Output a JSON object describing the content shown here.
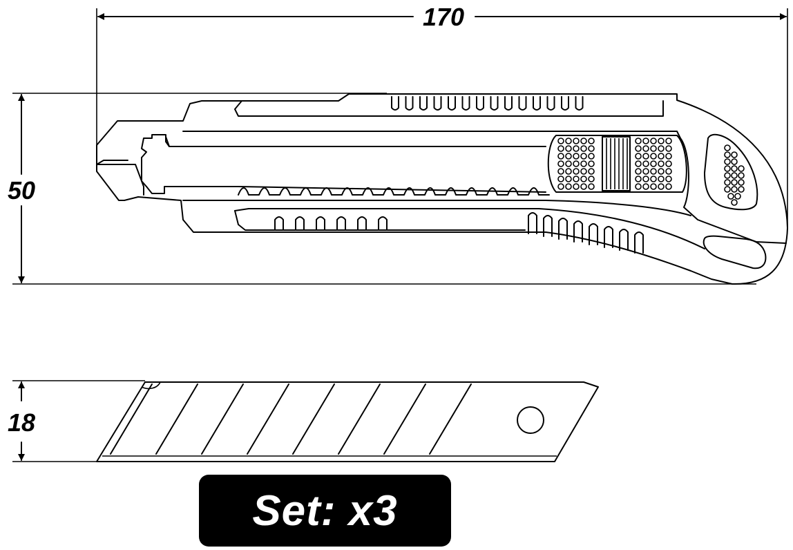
{
  "dimensions": {
    "length": "170",
    "height": "50",
    "blade_width": "18"
  },
  "badge": {
    "label": "Set: x3",
    "background": "#000000",
    "text_color": "#ffffff"
  }
}
